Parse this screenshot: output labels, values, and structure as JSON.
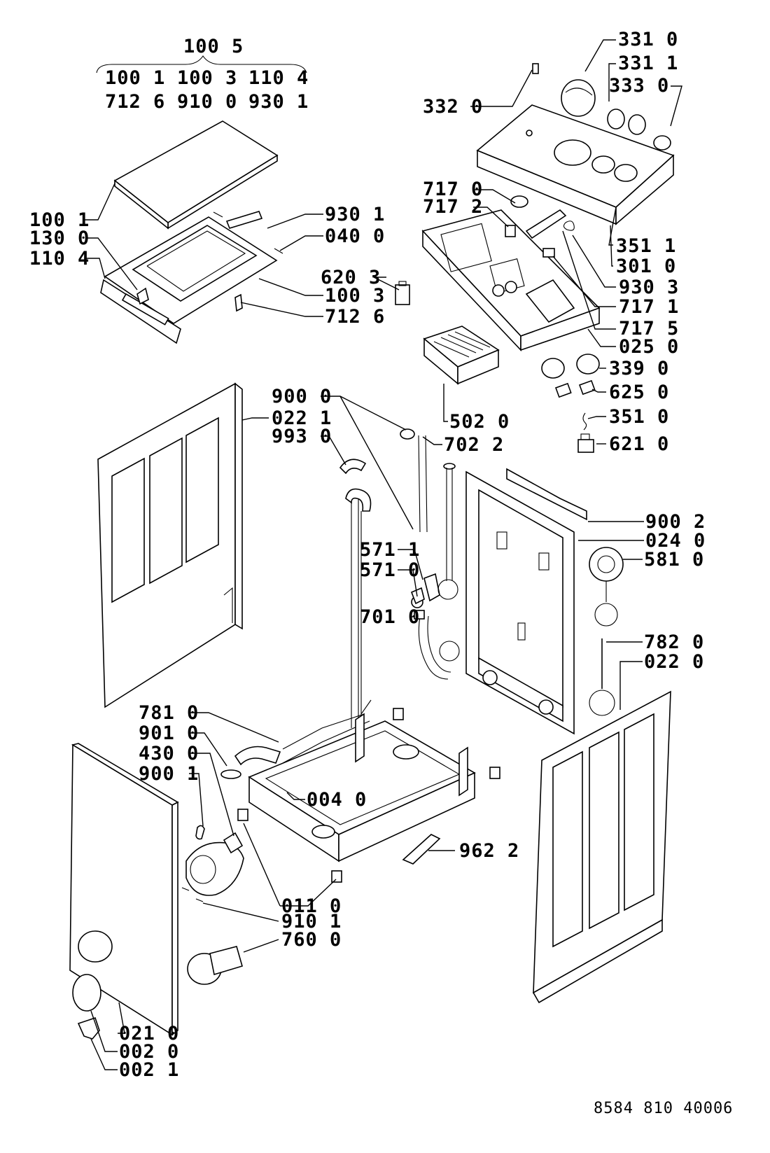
{
  "header": {
    "assembly_label": "100 5",
    "group_row1": [
      "100 1",
      "100 3",
      "110 4"
    ],
    "group_row2": [
      "712 6",
      "910 0",
      "930 1"
    ]
  },
  "labels": {
    "p3310": "331 0",
    "p3311": "331 1",
    "p3330": "333 0",
    "p3320": "332 0",
    "p7170": "717 0",
    "p7172": "717 2",
    "p3511a": "351 1",
    "p3010": "301 0",
    "p9303": "930 3",
    "p7171": "717 1",
    "p7175": "717 5",
    "p0250": "025 0",
    "p3390": "339 0",
    "p6250": "625 0",
    "p3510": "351 0",
    "p6210": "621 0",
    "p1001": "100 1",
    "p1300": "130 0",
    "p1104": "110 4",
    "p9301": "930 1",
    "p0400": "040 0",
    "p6203": "620 3",
    "p1003": "100 3",
    "p7126": "712 6",
    "p5020": "502 0",
    "p9000": "900 0",
    "p0221": "022 1",
    "p9930": "993 0",
    "p7022": "702 2",
    "p9002": "900 2",
    "p0240": "024 0",
    "p5711": "571 1",
    "p5710": "571 0",
    "p5810": "581 0",
    "p7010": "701 0",
    "p7820": "782 0",
    "p0220": "022 0",
    "p7810": "781 0",
    "p9010": "901 0",
    "p4300": "430 0",
    "p9001": "900 1",
    "p0040": "004 0",
    "p9622": "962 2",
    "p0110": "011 0",
    "p9101": "910 1",
    "p7600": "760 0",
    "p0210": "021 0",
    "p0020": "002 0",
    "p0021": "002 1"
  },
  "footer": {
    "drawing_code": "8584 810 40006"
  }
}
